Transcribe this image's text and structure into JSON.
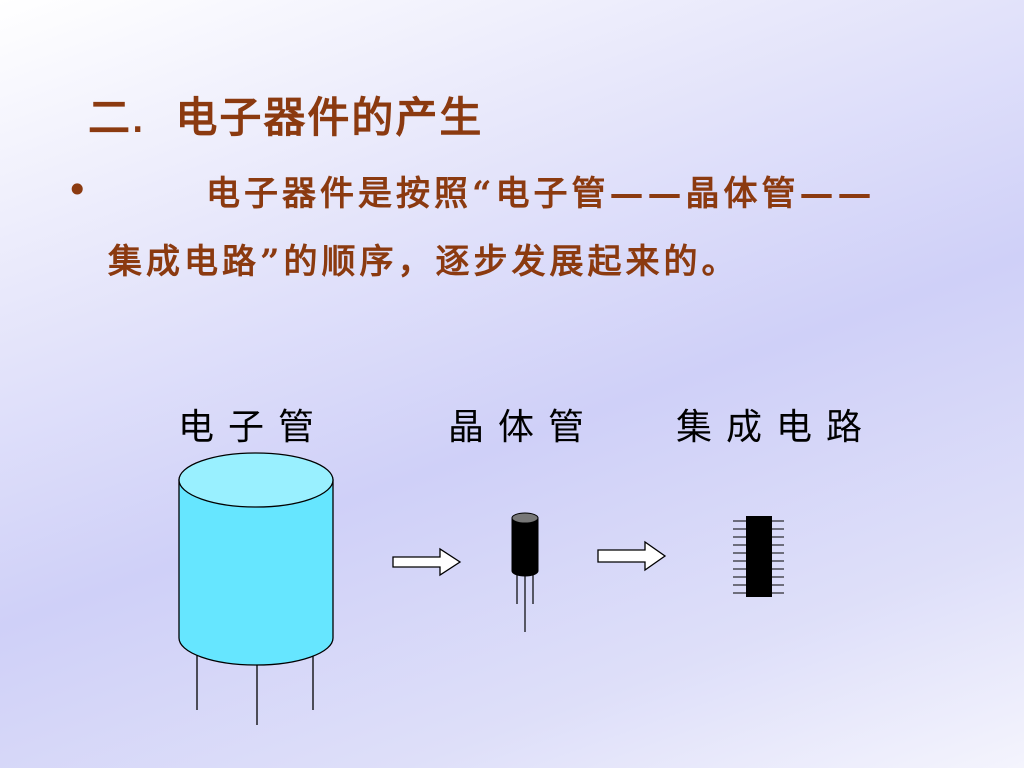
{
  "title": {
    "number": "二",
    "separator": ".",
    "text": "电子器件的产生"
  },
  "body": {
    "bullet": "•",
    "text": "电子器件是按照“电子管——晶体管——集成电路”的顺序，逐步发展起来的。"
  },
  "labels": {
    "tube": "电子管",
    "transistor": "晶体管",
    "ic": "集成电路"
  },
  "icons": [
    "vacuum-tube-icon",
    "arrow-right-icon",
    "transistor-icon",
    "integrated-circuit-icon"
  ],
  "colors": {
    "heading": "#8b3a10",
    "tube_fill": "#66e6ff",
    "component_fill": "#000000"
  }
}
